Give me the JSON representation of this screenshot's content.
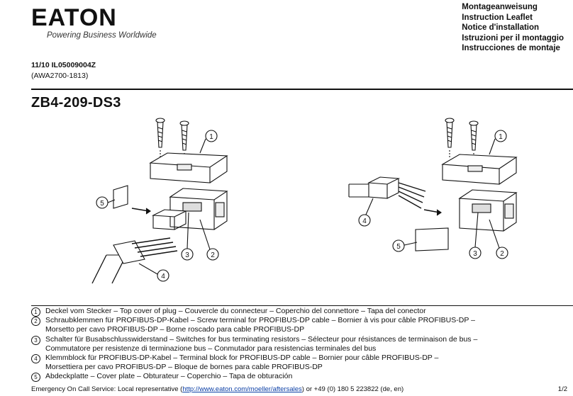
{
  "header": {
    "logo_text": "EATON",
    "tagline": "Powering Business Worldwide",
    "languages": [
      "Montageanweisung",
      "Instruction Leaflet",
      "Notice d'installation",
      "Istruzioni per il montaggio",
      "Instrucciones de montaje"
    ]
  },
  "doc": {
    "number": "11/10 IL05009004Z",
    "sub": "(AWA2700-1813)",
    "title": "ZB4-209-DS3"
  },
  "figure": {
    "callouts_left": [
      "1",
      "5",
      "3",
      "2",
      "4"
    ],
    "callouts_right": [
      "1",
      "4",
      "5",
      "3",
      "2"
    ]
  },
  "legend": [
    {
      "num": "1",
      "lines": [
        "Deckel vom Stecker – Top cover of plug – Couvercle du connecteur – Coperchio del connettore – Tapa del conector"
      ]
    },
    {
      "num": "2",
      "lines": [
        "Schraubklemmen für PROFIBUS-DP-Kabel – Screw terminal for PROFIBUS-DP cable – Bornier à vis pour câble PROFIBUS-DP –",
        "Morsetto per cavo PROFIBUS-DP – Borne roscado para cable PROFIBUS-DP"
      ]
    },
    {
      "num": "3",
      "lines": [
        "Schalter für Busabschlusswiderstand – Switches for bus terminating resistors – Sélecteur pour résistances de terminaison de bus –",
        "Commutatore per resistenze di terminazione bus – Conmutador para resistencias terminales del bus"
      ]
    },
    {
      "num": "4",
      "lines": [
        "Klemmblock für PROFIBUS-DP-Kabel – Terminal block for PROFIBUS-DP cable – Bornier pour câble PROFIBUS-DP –",
        "Morsettiera per cavo PROFIBUS-DP – Bloque de bornes para cable PROFIBUS-DP"
      ]
    },
    {
      "num": "5",
      "lines": [
        "Abdeckplatte – Cover plate – Obturateur – Coperchio – Tapa de obturación"
      ]
    }
  ],
  "footer": {
    "prefix": "Emergency On Call Service: Local representative (",
    "link": "http://www.eaton.com/moeller/aftersales",
    "suffix": ") or +49 (0) 180 5 223822 (de, en)",
    "page": "1/2"
  }
}
